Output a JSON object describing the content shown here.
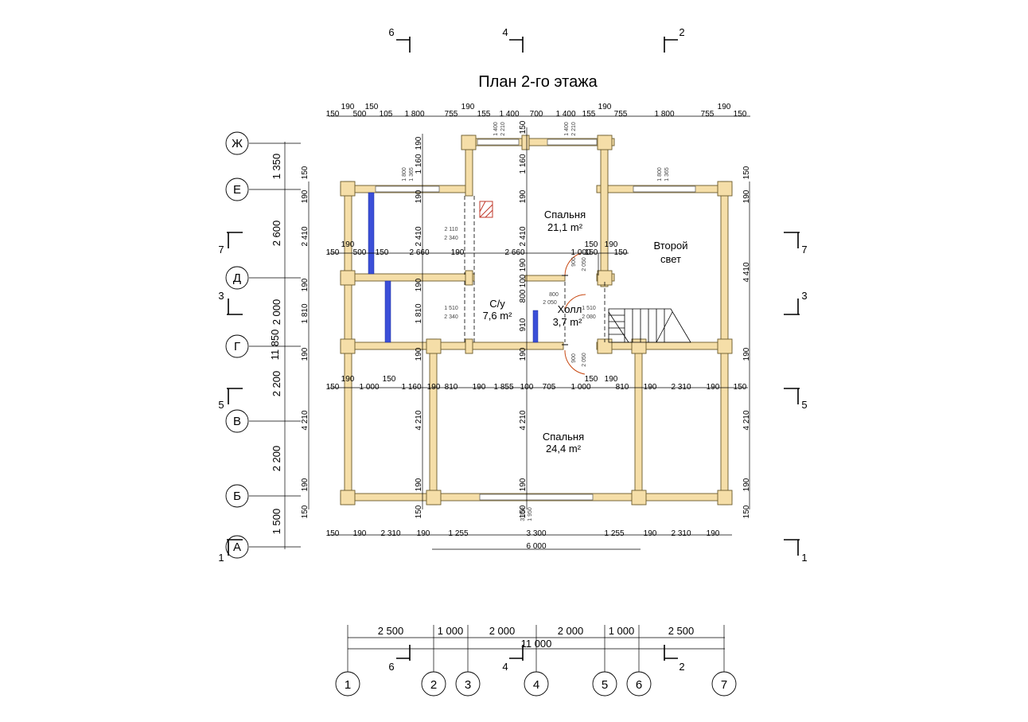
{
  "title": "План 2-го этажа",
  "rooms": [
    {
      "name": "Спальня",
      "area": "21,1 m²"
    },
    {
      "name": "Второй свет",
      "line1": "Второй",
      "line2": "свет"
    },
    {
      "name": "С/у",
      "area": "7,6 m²"
    },
    {
      "name": "Холл",
      "area": "3,7 m²"
    },
    {
      "name": "Спальня",
      "area": "24,4 m²"
    }
  ],
  "axes": {
    "rows": [
      "Ж",
      "Е",
      "Д",
      "Г",
      "В",
      "Б",
      "А"
    ],
    "columns": [
      "1",
      "2",
      "3",
      "4",
      "5",
      "6",
      "7"
    ]
  },
  "sections": {
    "top": [
      "6",
      "4",
      "2"
    ],
    "bottom": [
      "6",
      "4",
      "2"
    ],
    "left": [
      "7",
      "3",
      "5",
      "1"
    ],
    "right": [
      "7",
      "3",
      "5",
      "1"
    ]
  },
  "dims": {
    "top_row1": [
      "190",
      "150",
      "190",
      "190",
      "190"
    ],
    "top_row2": [
      "150",
      "500",
      "105",
      "1 800",
      "755",
      "155",
      "1 400",
      "700",
      "1 400",
      "155",
      "755",
      "1 800",
      "755",
      "150"
    ],
    "mid1": [
      "150",
      "500",
      "150",
      "2 660",
      "190",
      "2 660",
      "1 000",
      "150",
      "150"
    ],
    "mid1_top": [
      "190",
      "150",
      "190"
    ],
    "mid2": [
      "150",
      "1 000",
      "1 160",
      "190",
      "810",
      "190",
      "1 855",
      "100",
      "705",
      "1 000",
      "810",
      "190",
      "2 310",
      "190",
      "150"
    ],
    "mid2_top": [
      "190",
      "150",
      "150",
      "190"
    ],
    "bot_row": [
      "150",
      "190",
      "2 310",
      "190",
      "1 255",
      "3 300",
      "1 255",
      "190",
      "2 310",
      "190"
    ],
    "bot_total": "6 000",
    "axis_dims": [
      "2 500",
      "1 000",
      "2 000",
      "2 000",
      "1 000",
      "2 500"
    ],
    "axis_total": "11 000",
    "left_outer": [
      "1 350",
      "2 600",
      "2 000",
      "2 200",
      "2 200",
      "1 500"
    ],
    "left_total": "11 850",
    "left_inner": [
      "150",
      "190",
      "2 410",
      "190",
      "1 810",
      "190",
      "4 210",
      "190",
      "150"
    ],
    "right_inner": [
      "150",
      "190",
      "4 410",
      "190",
      "4 210",
      "190",
      "150"
    ],
    "vert_c2": [
      "190",
      "1 160",
      "190",
      "2 410",
      "190",
      "1 810",
      "190",
      "4 210",
      "190",
      "150"
    ],
    "vert_c4": [
      "150",
      "1 160",
      "190",
      "2 410",
      "190",
      "100",
      "800",
      "910",
      "190",
      "4 210",
      "190",
      "150"
    ],
    "door_labels": [
      "900",
      "2 050",
      "900",
      "2 050"
    ],
    "window_labels": [
      "1 800",
      "1 365",
      "1 400",
      "2 210",
      "1 400",
      "2 210",
      "1 800",
      "1 365",
      "3 300",
      "1 950"
    ],
    "opening_labels": [
      "2 110",
      "2 340",
      "1 510",
      "2 340",
      "800",
      "2 050",
      "1 510",
      "2 080"
    ]
  }
}
